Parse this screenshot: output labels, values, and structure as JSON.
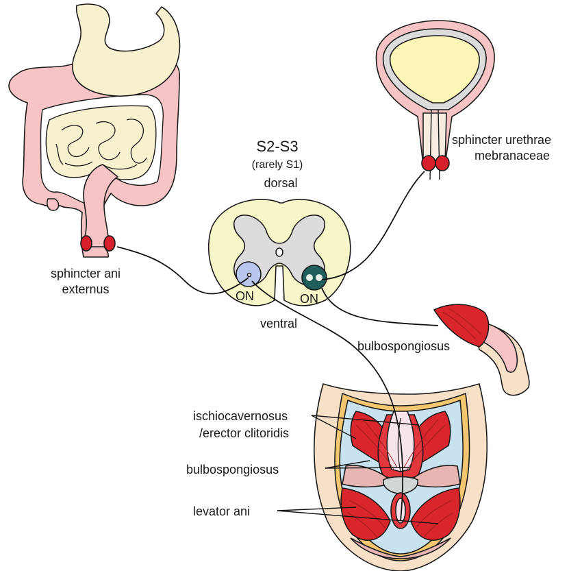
{
  "labels": {
    "segment": "S2-S3",
    "segment_note": "(rarely S1)",
    "dorsal": "dorsal",
    "ventral": "ventral",
    "on_left": "ON",
    "on_right": "ON",
    "sphincter_ani_1": "sphincter ani",
    "sphincter_ani_2": "externus",
    "sphincter_urethrae_1": "sphincter urethrae",
    "sphincter_urethrae_2": "mebranaceae",
    "bulbospongiosus_male": "bulbospongiosus",
    "ischiocavernosus_1": "ischiocavernosus",
    "ischiocavernosus_2": "/erector clitoridis",
    "bulbospongiosus_female": "bulbospongiosus",
    "levator_ani": "levator ani"
  },
  "colors": {
    "outline": "#1a1a1a",
    "intestine": "#f6c4c4",
    "stomach": "#f7f1cf",
    "sphincter": "#d61f2a",
    "spinal_white": "#f6f6c8",
    "spinal_grey": "#dcdcdc",
    "on_left": "#b9c6ee",
    "on_right": "#1f5e5b",
    "bladder": "#fbf6b8",
    "muscle": "#d9262d",
    "skin": "#f6e1c8"
  }
}
